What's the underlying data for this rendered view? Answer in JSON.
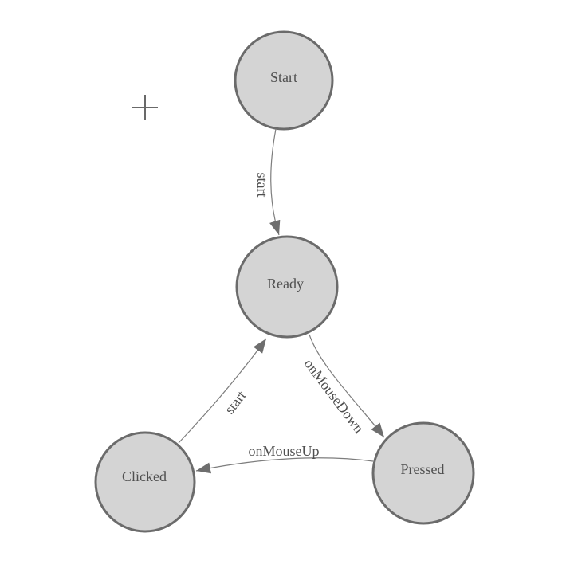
{
  "diagram": {
    "type": "state-machine",
    "background": "#ffffff"
  },
  "colors": {
    "node_fill": "#d4d4d4",
    "node_stroke": "#6b6b6b",
    "edge_stroke": "#7d7d7d",
    "arrow_fill": "#6e6e6e",
    "text": "#4f4f4f",
    "crosshair": "#696969"
  },
  "nodes": [
    {
      "label": "Start"
    },
    {
      "label": "Ready"
    },
    {
      "label": "Clicked"
    },
    {
      "label": "Pressed"
    }
  ],
  "edges": [
    {
      "from": "Start",
      "to": "Ready",
      "label": "start"
    },
    {
      "from": "Clicked",
      "to": "Ready",
      "label": "start"
    },
    {
      "from": "Ready",
      "to": "Pressed",
      "label": "onMouseDown"
    },
    {
      "from": "Pressed",
      "to": "Clicked",
      "label": "onMouseUp"
    }
  ]
}
